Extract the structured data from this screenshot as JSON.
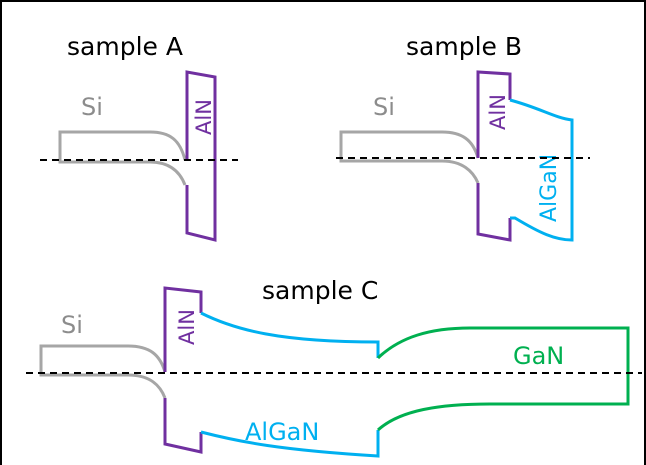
{
  "samples": {
    "a": {
      "title": "sample A",
      "si": "Si",
      "aln": "AlN"
    },
    "b": {
      "title": "sample B",
      "si": "Si",
      "aln": "AlN",
      "algan": "AlGaN"
    },
    "c": {
      "title": "sample C",
      "si": "Si",
      "aln": "AlN",
      "algan": "AlGaN",
      "gan": "GaN"
    }
  },
  "colors": {
    "si": "#a6a6a6",
    "aln": "#7030a0",
    "algan": "#00b0f0",
    "gan": "#00b050",
    "axis": "#000000",
    "border": "#000000"
  }
}
